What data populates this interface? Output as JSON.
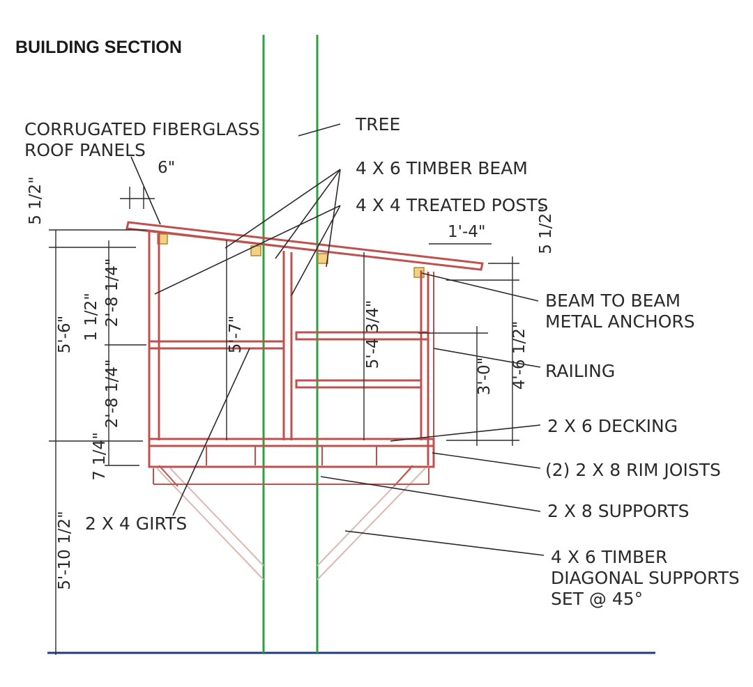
{
  "title": "BUILDING SECTION",
  "labels": {
    "roof_panels_1": "CORRUGATED FIBERGLASS",
    "roof_panels_2": "ROOF PANELS",
    "tree": "TREE",
    "timber_beam": "4 X 6 TIMBER BEAM",
    "treated_posts": "4 X 4 TREATED POSTS",
    "anchors_1": "BEAM TO BEAM",
    "anchors_2": "METAL ANCHORS",
    "railing": "RAILING",
    "decking": "2 X 6 DECKING",
    "rim_joists": "(2) 2 X 8 RIM JOISTS",
    "supports": "2 X 8 SUPPORTS",
    "diagonal_1": "4 X 6 TIMBER",
    "diagonal_2": "DIAGONAL SUPPORTS",
    "diagonal_3": "SET @ 45°",
    "girts": "2 X 4 GIRTS"
  },
  "dimensions": {
    "overhang_left": "6\"",
    "roof_thickness_left": "5 1/2\"",
    "roof_thickness_right": "5 1/2\"",
    "overhang_right": "1'-4\"",
    "wall_height": "5'-6\"",
    "upper_girt": "2'-8 1/4\"",
    "girt_thickness": "1 1/2\"",
    "lower_girt": "2'-8 1/4\"",
    "deck_depth": "7 1/4\"",
    "post_height_left": "5'-7\"",
    "post_height_right": "5'-4 3/4\"",
    "railing_height": "3'-0\"",
    "right_wall_height": "4'-6 1/2\"",
    "platform_height": "5'-10 1/2\""
  },
  "colors": {
    "framing": "#c0504d",
    "tree": "#2ea043",
    "ground": "#1f3d7a",
    "beam_block": "#f2d283"
  }
}
